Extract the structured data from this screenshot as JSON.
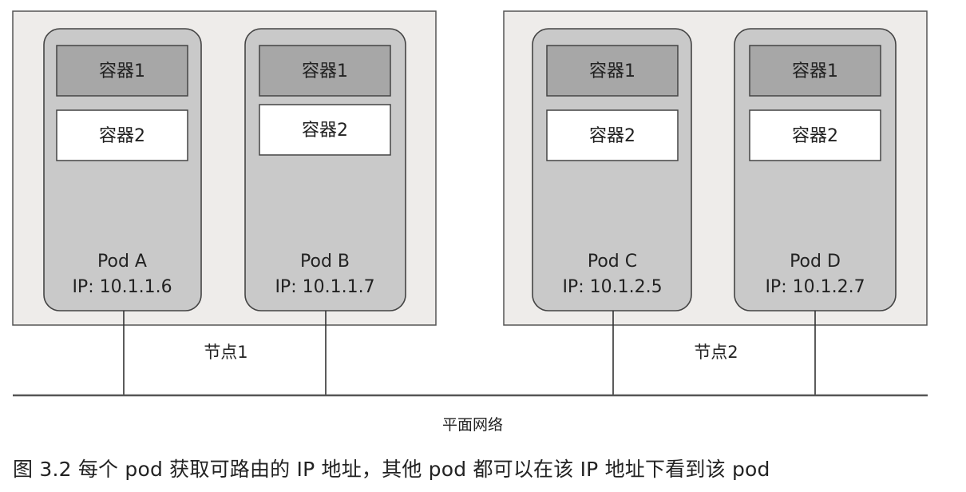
{
  "nodes": [
    {
      "label": "节点1",
      "pods": [
        {
          "name": "Pod A",
          "ip": "IP: 10.1.1.6",
          "containers": [
            "容器1",
            "容器2"
          ]
        },
        {
          "name": "Pod B",
          "ip": "IP: 10.1.1.7",
          "containers": [
            "容器1",
            "容器2"
          ]
        }
      ]
    },
    {
      "label": "节点2",
      "pods": [
        {
          "name": "Pod C",
          "ip": "IP: 10.1.2.5",
          "containers": [
            "容器1",
            "容器2"
          ]
        },
        {
          "name": "Pod D",
          "ip": "IP: 10.1.2.7",
          "containers": [
            "容器1",
            "容器2"
          ]
        }
      ]
    }
  ],
  "network_label": "平面网络",
  "caption": "图 3.2  每个 pod 获取可路由的 IP 地址，其他 pod 都可以在该 IP 地址下看到该 pod"
}
